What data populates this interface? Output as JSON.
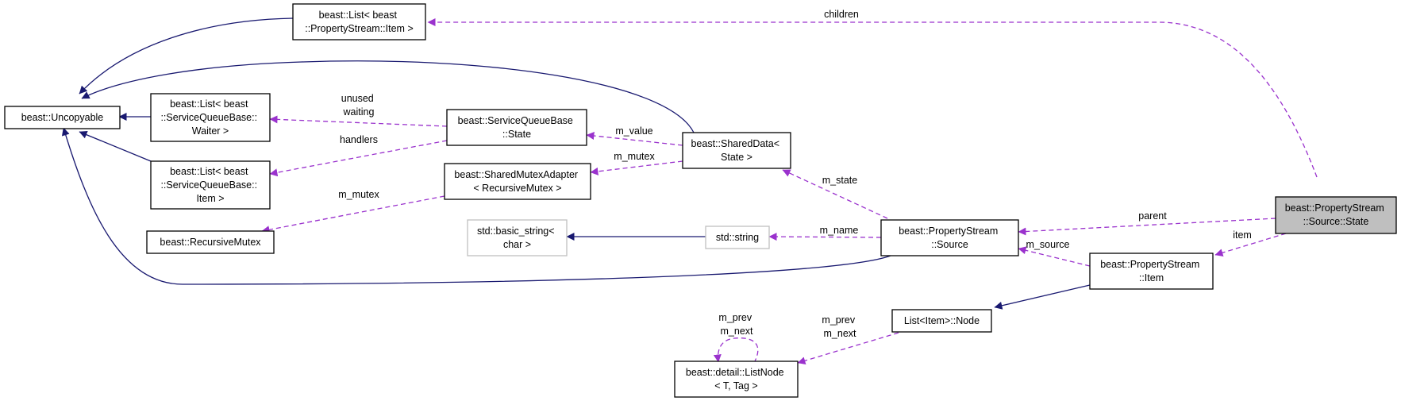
{
  "colors": {
    "inheritance_edge": "#191970",
    "association_edge": "#9a32cd",
    "focus_node_fill": "#bfbfbf",
    "external_node_border": "#bfbfbf"
  },
  "nodes": {
    "uncopyable": {
      "lines": [
        "beast::Uncopyable"
      ]
    },
    "list_propertystream_item": {
      "lines": [
        "beast::List< beast",
        "::PropertyStream::Item >"
      ]
    },
    "list_servicequeue_waiter": {
      "lines": [
        "beast::List< beast",
        "::ServiceQueueBase::",
        "Waiter >"
      ]
    },
    "list_servicequeue_item": {
      "lines": [
        "beast::List< beast",
        "::ServiceQueueBase::",
        "Item >"
      ]
    },
    "recursive_mutex": {
      "lines": [
        "beast::RecursiveMutex"
      ]
    },
    "servicequeue_state": {
      "lines": [
        "beast::ServiceQueueBase",
        "::State"
      ]
    },
    "shared_mutex_adapter": {
      "lines": [
        "beast::SharedMutexAdapter",
        "< RecursiveMutex >"
      ]
    },
    "basic_string": {
      "lines": [
        "std::basic_string<",
        "char >"
      ]
    },
    "shared_data": {
      "lines": [
        "beast::SharedData<",
        "State >"
      ]
    },
    "std_string": {
      "lines": [
        "std::string"
      ]
    },
    "propertystream_source": {
      "lines": [
        "beast::PropertyStream",
        "::Source"
      ]
    },
    "list_item_node": {
      "lines": [
        "List<Item>::Node"
      ]
    },
    "list_node": {
      "lines": [
        "beast::detail::ListNode",
        "< T, Tag >"
      ]
    },
    "propertystream_item": {
      "lines": [
        "beast::PropertyStream",
        "::Item"
      ]
    },
    "source_state": {
      "lines": [
        "beast::PropertyStream",
        "::Source::State"
      ]
    }
  },
  "edge_labels": {
    "children": [
      "children"
    ],
    "unused_waiting": [
      "unused",
      "waiting"
    ],
    "handlers": [
      "handlers"
    ],
    "m_mutex_recursive": [
      "m_mutex"
    ],
    "m_value": [
      "m_value"
    ],
    "m_mutex_adapter": [
      "m_mutex"
    ],
    "m_state": [
      "m_state"
    ],
    "m_name": [
      "m_name"
    ],
    "parent": [
      "parent"
    ],
    "item": [
      "item"
    ],
    "m_source": [
      "m_source"
    ],
    "m_prev_m_next_node": [
      "m_prev",
      "m_next"
    ],
    "m_prev_m_next_self": [
      "m_prev",
      "m_next"
    ]
  }
}
